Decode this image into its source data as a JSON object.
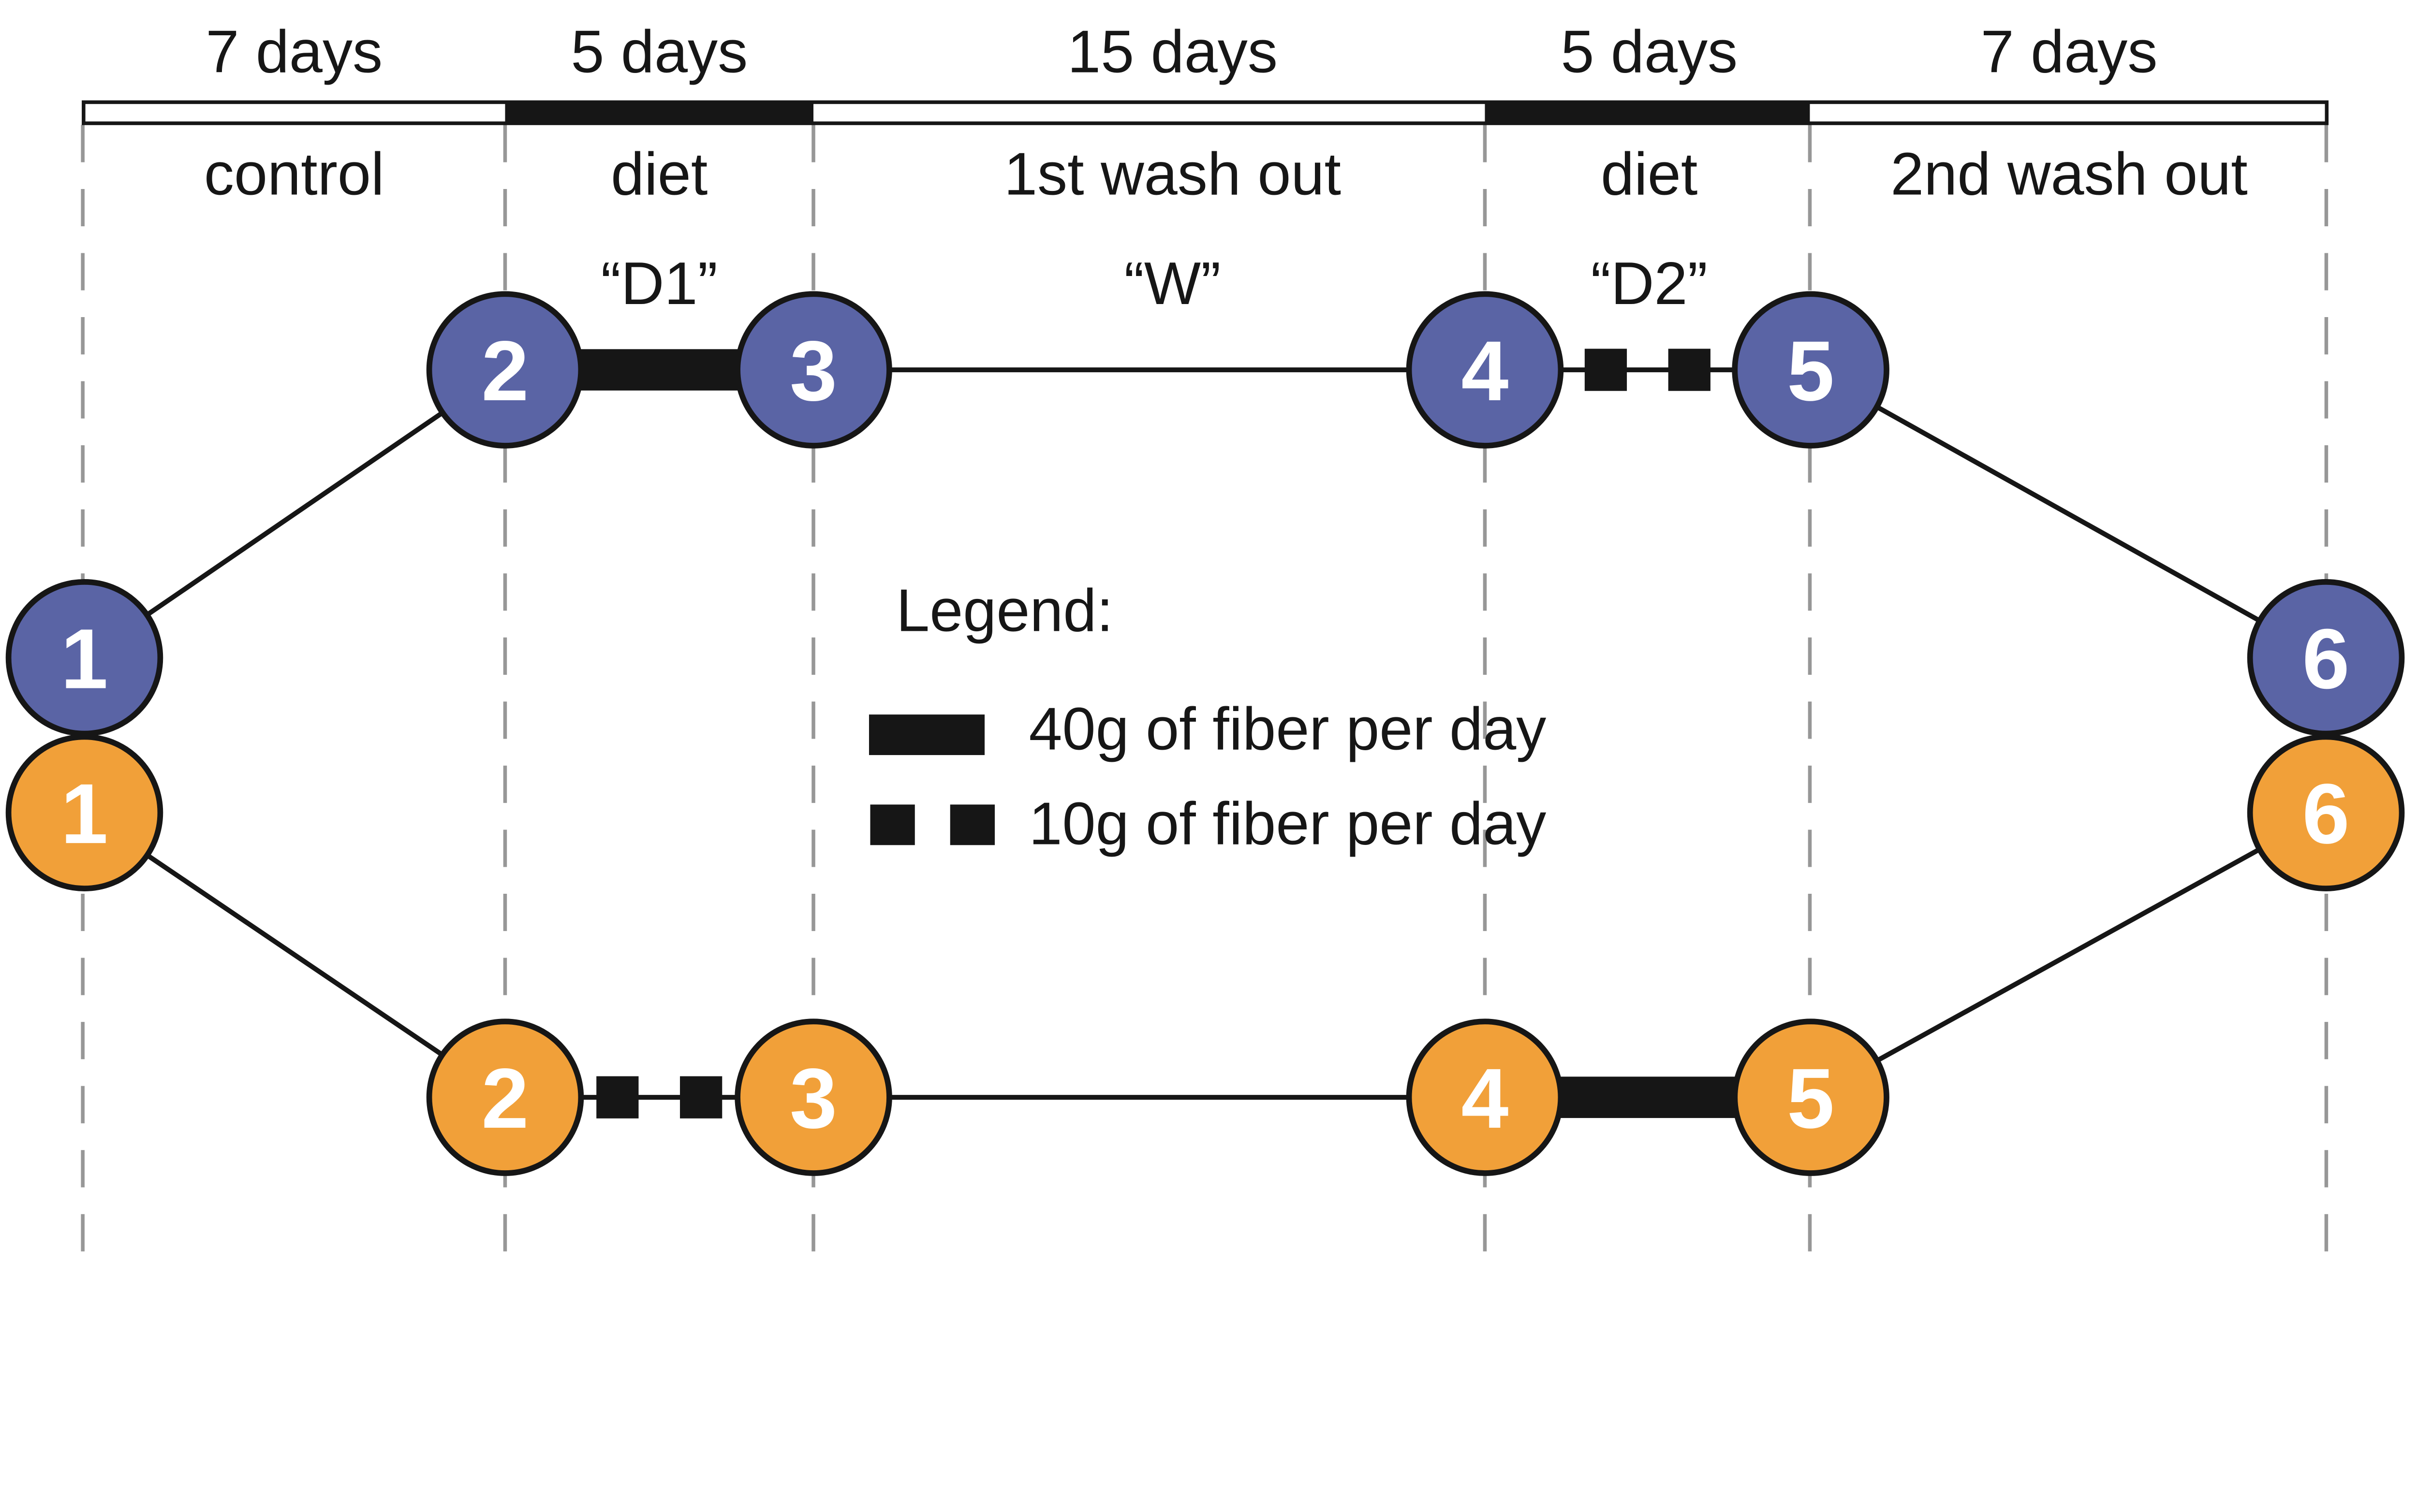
{
  "figure": {
    "phases": [
      {
        "duration": "7 days",
        "label": "control",
        "code": ""
      },
      {
        "duration": "5 days",
        "label": "diet",
        "code": "“D1”"
      },
      {
        "duration": "15 days",
        "label": "1st wash out",
        "code": "“W”"
      },
      {
        "duration": "5 days",
        "label": "diet",
        "code": "“D2”"
      },
      {
        "duration": "7 days",
        "label": "2nd wash out",
        "code": ""
      }
    ],
    "arms": {
      "blue": {
        "color": "#5A64A5",
        "nodes": [
          "1",
          "2",
          "3",
          "4",
          "5",
          "6"
        ]
      },
      "orange": {
        "color": "#F1A039",
        "nodes": [
          "1",
          "2",
          "3",
          "4",
          "5",
          "6"
        ]
      }
    },
    "legend": {
      "title": "Legend:",
      "items": [
        {
          "label": "40g of fiber per day"
        },
        {
          "label": "10g of fiber per day"
        }
      ]
    },
    "colors": {
      "black": "#161616",
      "dash_gray": "#979797"
    }
  }
}
